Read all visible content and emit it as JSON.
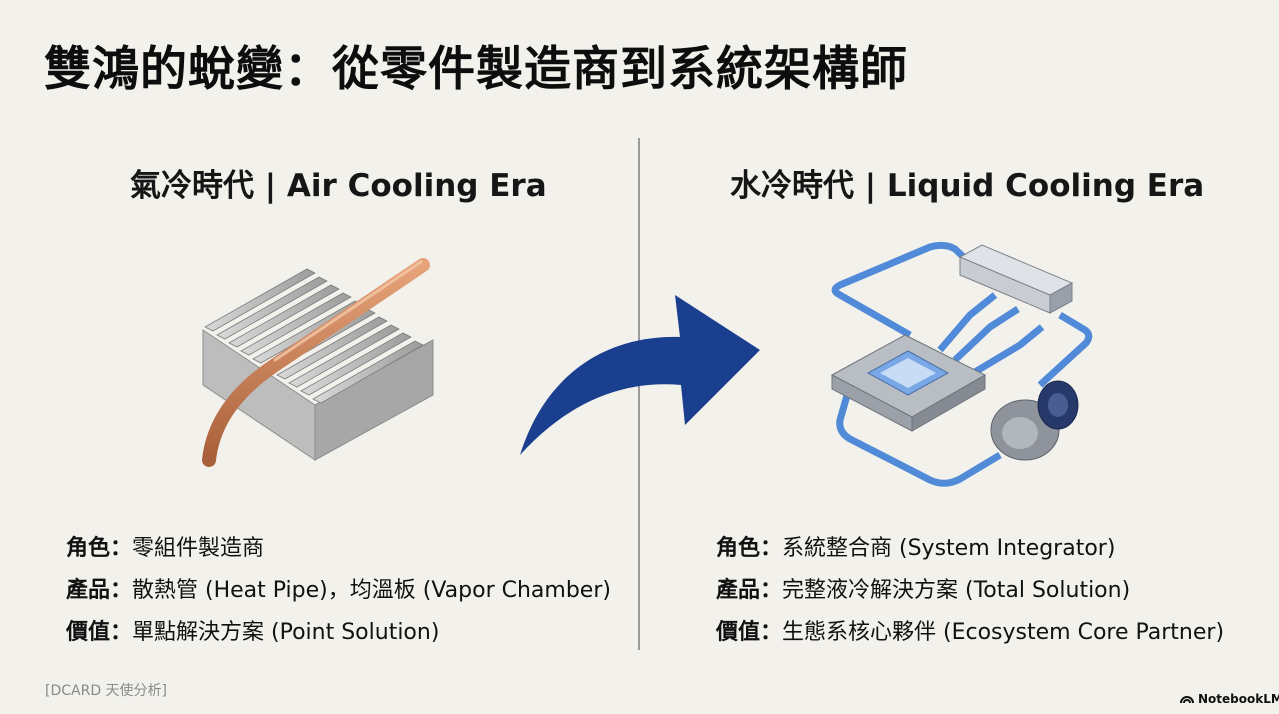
{
  "title": "雙鴻的蛻變：從零件製造商到系統架構師",
  "left": {
    "heading": "氣冷時代 | Air Cooling Era",
    "illustration": "heatsink-with-heat-pipe",
    "specs": [
      {
        "label": "角色：",
        "value": "零組件製造商"
      },
      {
        "label": "產品：",
        "value": "散熱管 (Heat Pipe)，均溫板 (Vapor Chamber)"
      },
      {
        "label": "價值：",
        "value": "單點解決方案 (Point Solution)"
      }
    ]
  },
  "right": {
    "heading": "水冷時代 | Liquid Cooling Era",
    "illustration": "liquid-cooling-loop",
    "specs": [
      {
        "label": "角色：",
        "value": "系統整合商 (System Integrator)"
      },
      {
        "label": "產品：",
        "value": "完整液冷解決方案 (Total Solution)"
      },
      {
        "label": "價值：",
        "value": "生態系核心夥伴 (Ecosystem Core Partner)"
      }
    ]
  },
  "source": "[DCARD 天使分析]",
  "brand": "NotebookLM",
  "colors": {
    "arrow": "#1b3f8f",
    "pipe_blue": "#3f7fd6",
    "copper": "#c47a4f",
    "background": "#f2f1ec"
  }
}
